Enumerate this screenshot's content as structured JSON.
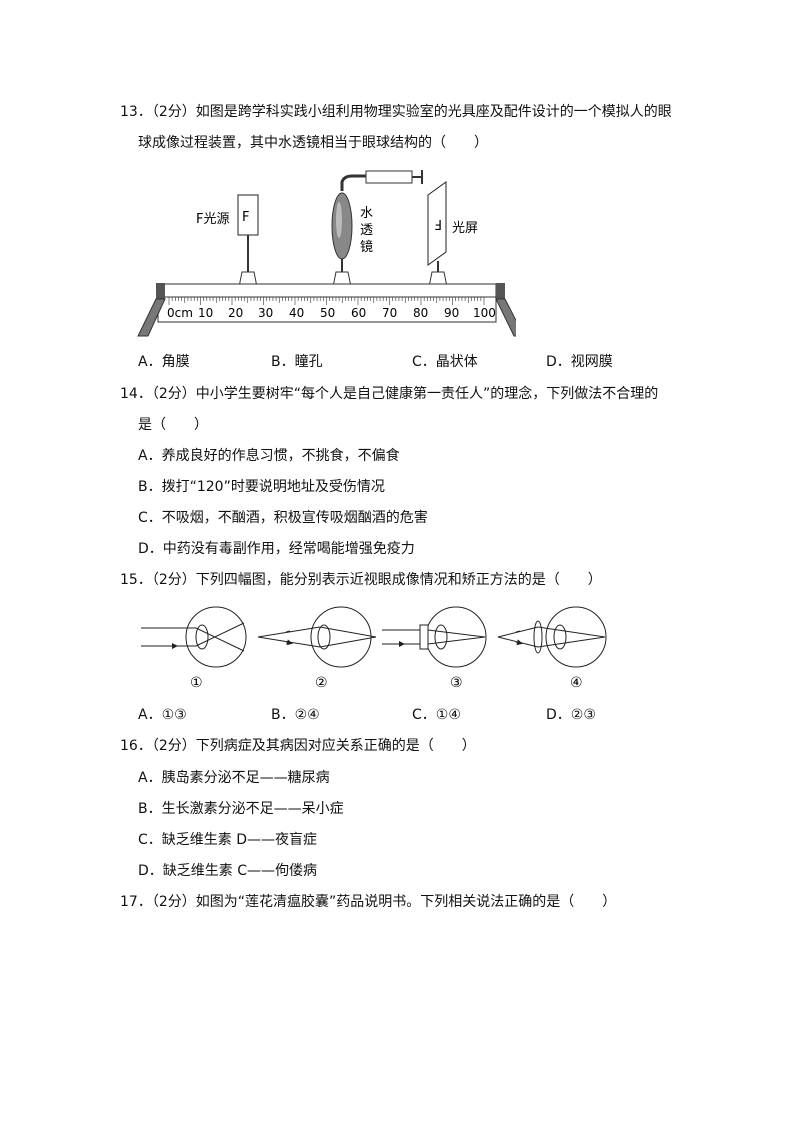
{
  "q13": {
    "line1": "13．（2分）如图是跨学科实践小组利用物理实验室的光具座及配件设计的一个模拟人的眼",
    "line2": "球成像过程装置，其中水透镜相当于眼球结构的（　　）",
    "figure": {
      "light_source_label": "F光源",
      "source_letter": "F",
      "lens_label": [
        "水",
        "透",
        "镜"
      ],
      "screen_label": "光屏",
      "screen_letter": "F",
      "scale_labels": [
        "0cm",
        "10",
        "20",
        "30",
        "40",
        "50",
        "60",
        "70",
        "80",
        "90",
        "100"
      ]
    },
    "options": [
      "A．角膜",
      "B．瞳孔",
      "C．晶状体",
      "D．视网膜"
    ]
  },
  "q14": {
    "line1": "14．（2分）中小学生要树牢“每个人是自己健康第一责任人”的理念，下列做法不合理的",
    "line2": "是（　　）",
    "options": [
      "A．养成良好的作息习惯，不挑食，不偏食",
      "B．拨打“120”时要说明地址及受伤情况",
      "C．不吸烟，不酗酒，积极宣传吸烟酗酒的危害",
      "D．中药没有毒副作用，经常喝能增强免疫力"
    ]
  },
  "q15": {
    "line1": "15．（2分）下列四幅图，能分别表示近视眼成像情况和矫正方法的是（　　）",
    "figure_labels": [
      "①",
      "②",
      "③",
      "④"
    ],
    "options": [
      "A．①③",
      "B．②④",
      "C．①④",
      "D．②③"
    ]
  },
  "q16": {
    "line1": "16．（2分）下列病症及其病因对应关系正确的是（　　）",
    "options": [
      "A．胰岛素分泌不足——糖尿病",
      "B．生长激素分泌不足——呆小症",
      "C．缺乏维生素 D——夜盲症",
      "D．缺乏维生素 C——佝偻病"
    ]
  },
  "q17": {
    "line1": "17．（2分）如图为“莲花清瘟胶囊”药品说明书。下列相关说法正确的是（　　）"
  }
}
